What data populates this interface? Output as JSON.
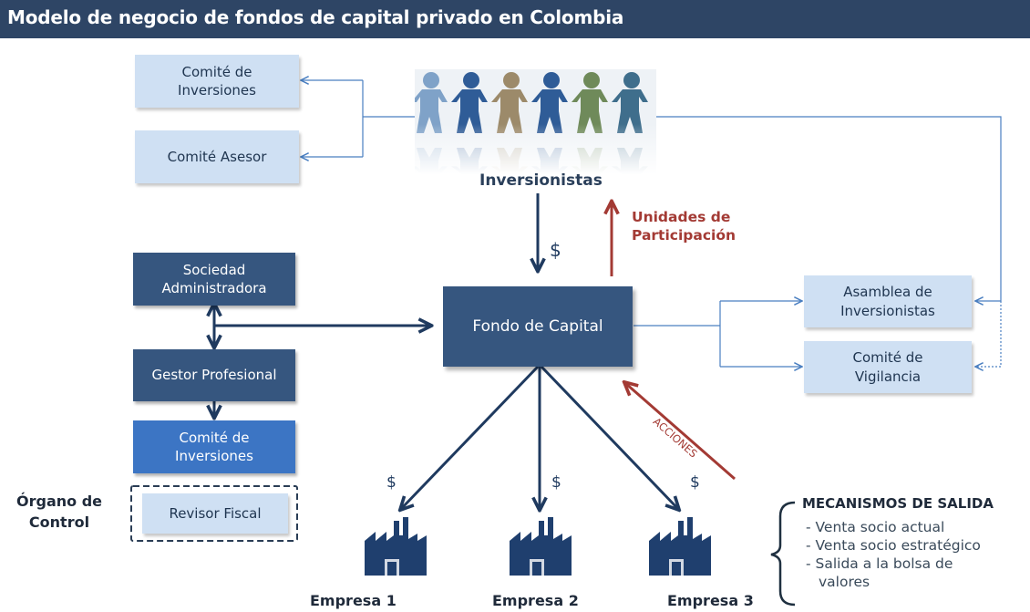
{
  "header": {
    "title": "Modelo de negocio de fondos de capital privado en Colombia"
  },
  "boxes": {
    "comite_inversiones_top": "Comité de Inversiones",
    "comite_asesor": "Comité Asesor",
    "sociedad_administradora": "Sociedad Administradora",
    "gestor_profesional": "Gestor Profesional",
    "comite_inversiones_bottom": "Comité de Inversiones",
    "revisor_fiscal": "Revisor Fiscal",
    "fondo_capital": "Fondo de Capital",
    "asamblea": "Asamblea de Inversionistas",
    "comite_vigilancia": "Comité de Vigilancia"
  },
  "labels": {
    "inversionistas": "Inversionistas",
    "unidades_1": "Unidades de",
    "unidades_2": "Participación",
    "dollar": "$",
    "acciones": "ACCIONES",
    "organo_1": "Órgano de",
    "organo_2": "Control",
    "mecanismos": "MECANISMOS DE SALIDA"
  },
  "exit_mechanisms": [
    "- Venta socio actual",
    "- Venta socio estratégico",
    "- Salida a la bolsa de",
    "valores"
  ],
  "companies": [
    "Empresa 1",
    "Empresa 2",
    "Empresa 3"
  ],
  "colors": {
    "header": "#2e4565",
    "dark_box": "#36567f",
    "light_box": "#cfe0f3",
    "accent_red": "#a33a34",
    "arrow_blue": "#1f3a5f"
  }
}
